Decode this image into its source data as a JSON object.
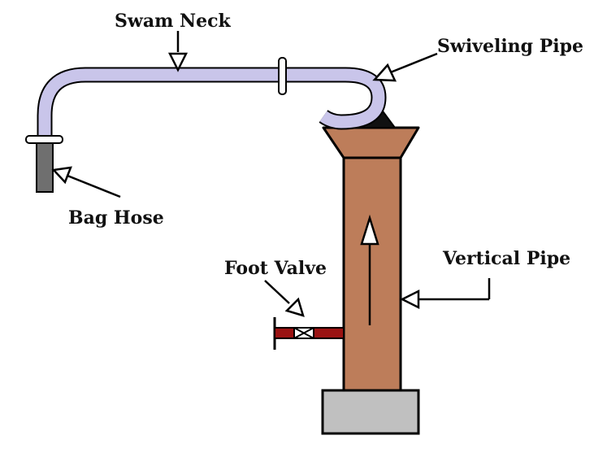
{
  "labels": {
    "swan_neck": "Swam Neck",
    "swiveling_pipe": "Swiveling Pipe",
    "bag_hose": "Bag Hose",
    "vertical_pipe": "Vertical Pipe",
    "foot_valve": "Foot Valve"
  },
  "colors": {
    "neck_pipe": "#c9c5ea",
    "vertical_pipe": "#bd7d5a",
    "base": "#c0c0c0",
    "hose": "#6f6f6f",
    "valve_pipe": "#9b1313",
    "swivel_joint": "#111111",
    "outline": "#000000"
  }
}
